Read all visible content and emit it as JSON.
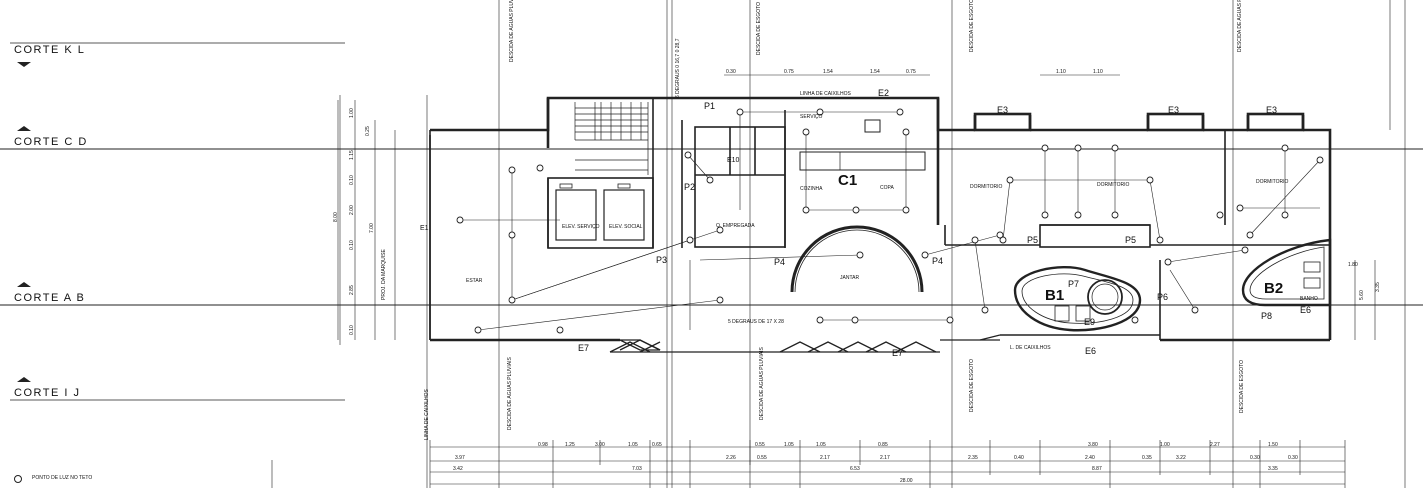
{
  "sections": {
    "kl": "CORTE  K L",
    "cd": "CORTE  C D",
    "ab": "CORTE  A B",
    "ij": "CORTE  I  J"
  },
  "legend": {
    "ceiling_light": "PONTO DE LUZ NO TETO"
  },
  "blocks": {
    "c1": "C1",
    "b1": "B1",
    "b2": "B2"
  },
  "tags": {
    "p1": "P1",
    "p2": "P2",
    "p3": "P3",
    "p4a": "P4",
    "p4b": "P4",
    "p5a": "P5",
    "p5b": "P5",
    "p6": "P6",
    "p7": "P7",
    "p8": "P8",
    "e1": "E1",
    "e2": "E2",
    "e3a": "E3",
    "e3b": "E3",
    "e3c": "E3",
    "e6a": "E6",
    "e6b": "E6",
    "e7a": "E7",
    "e7b": "E7",
    "e9": "E9",
    "e10": "E10"
  },
  "notes": {
    "linha_caixilhos_top": "LINHA DE CAIXILHOS",
    "linha_caixilhos_bottom": "L. DE CAIXILHOS",
    "linha_caixilhos_left": "LINHA DE CAIXILHOS",
    "degraus_top": "6 DEGRAUS 0 16,7 0 28,7",
    "degraus_mid": "5 DEGRAUS DE 17 X 28",
    "descida_pluviais": "DESCIDA DE AGUAS PLUVIAIS",
    "descida_esgoto": "DESCIDA DE ESGOTO",
    "proj_marquise": "PROJ. DA MARQUISE"
  },
  "rooms": {
    "estar": "ESTAR",
    "jantar": "JANTAR",
    "cozinha": "COZINHA",
    "copa": "COPA",
    "servico": "SERVIÇO",
    "dorm1": "DORMITORIO",
    "dorm2": "DORMITORIO",
    "dorm3": "DORMITORIO",
    "banho": "BANHO",
    "emp": "Q. EMPREGADA",
    "elev_serv": "ELEV. SERVIÇO",
    "elev_social": "ELEV. SOCIAL"
  },
  "dims": {
    "top": [
      "0.30",
      "0.75",
      "1.54",
      "1.54",
      "0.75",
      "1.10",
      "1.10"
    ],
    "bottom1": [
      "0.98",
      "1.25",
      "3.00",
      "1.05",
      "0.65",
      "0.55",
      "1.05",
      "1.05",
      "0.85",
      "3.80",
      "1.00",
      "2.27",
      "1.50"
    ],
    "bottom2": [
      "3.97",
      "2.26",
      "0.55",
      "2.17",
      "2.17",
      "2.35",
      "0.40",
      "2.40",
      "0.35",
      "3.22",
      "0.30",
      "0.30",
      "3.35"
    ],
    "bottom3": [
      "3.42",
      "7.03",
      "6.53",
      "8.87"
    ],
    "total": "28.00",
    "left": [
      "1.00",
      "0.25",
      "1.15",
      "0.10",
      "2.00",
      "0.10",
      "2.85",
      "0.10",
      "8.00",
      "7.00"
    ],
    "right": [
      "1.80",
      "3.35",
      "5.60"
    ]
  }
}
